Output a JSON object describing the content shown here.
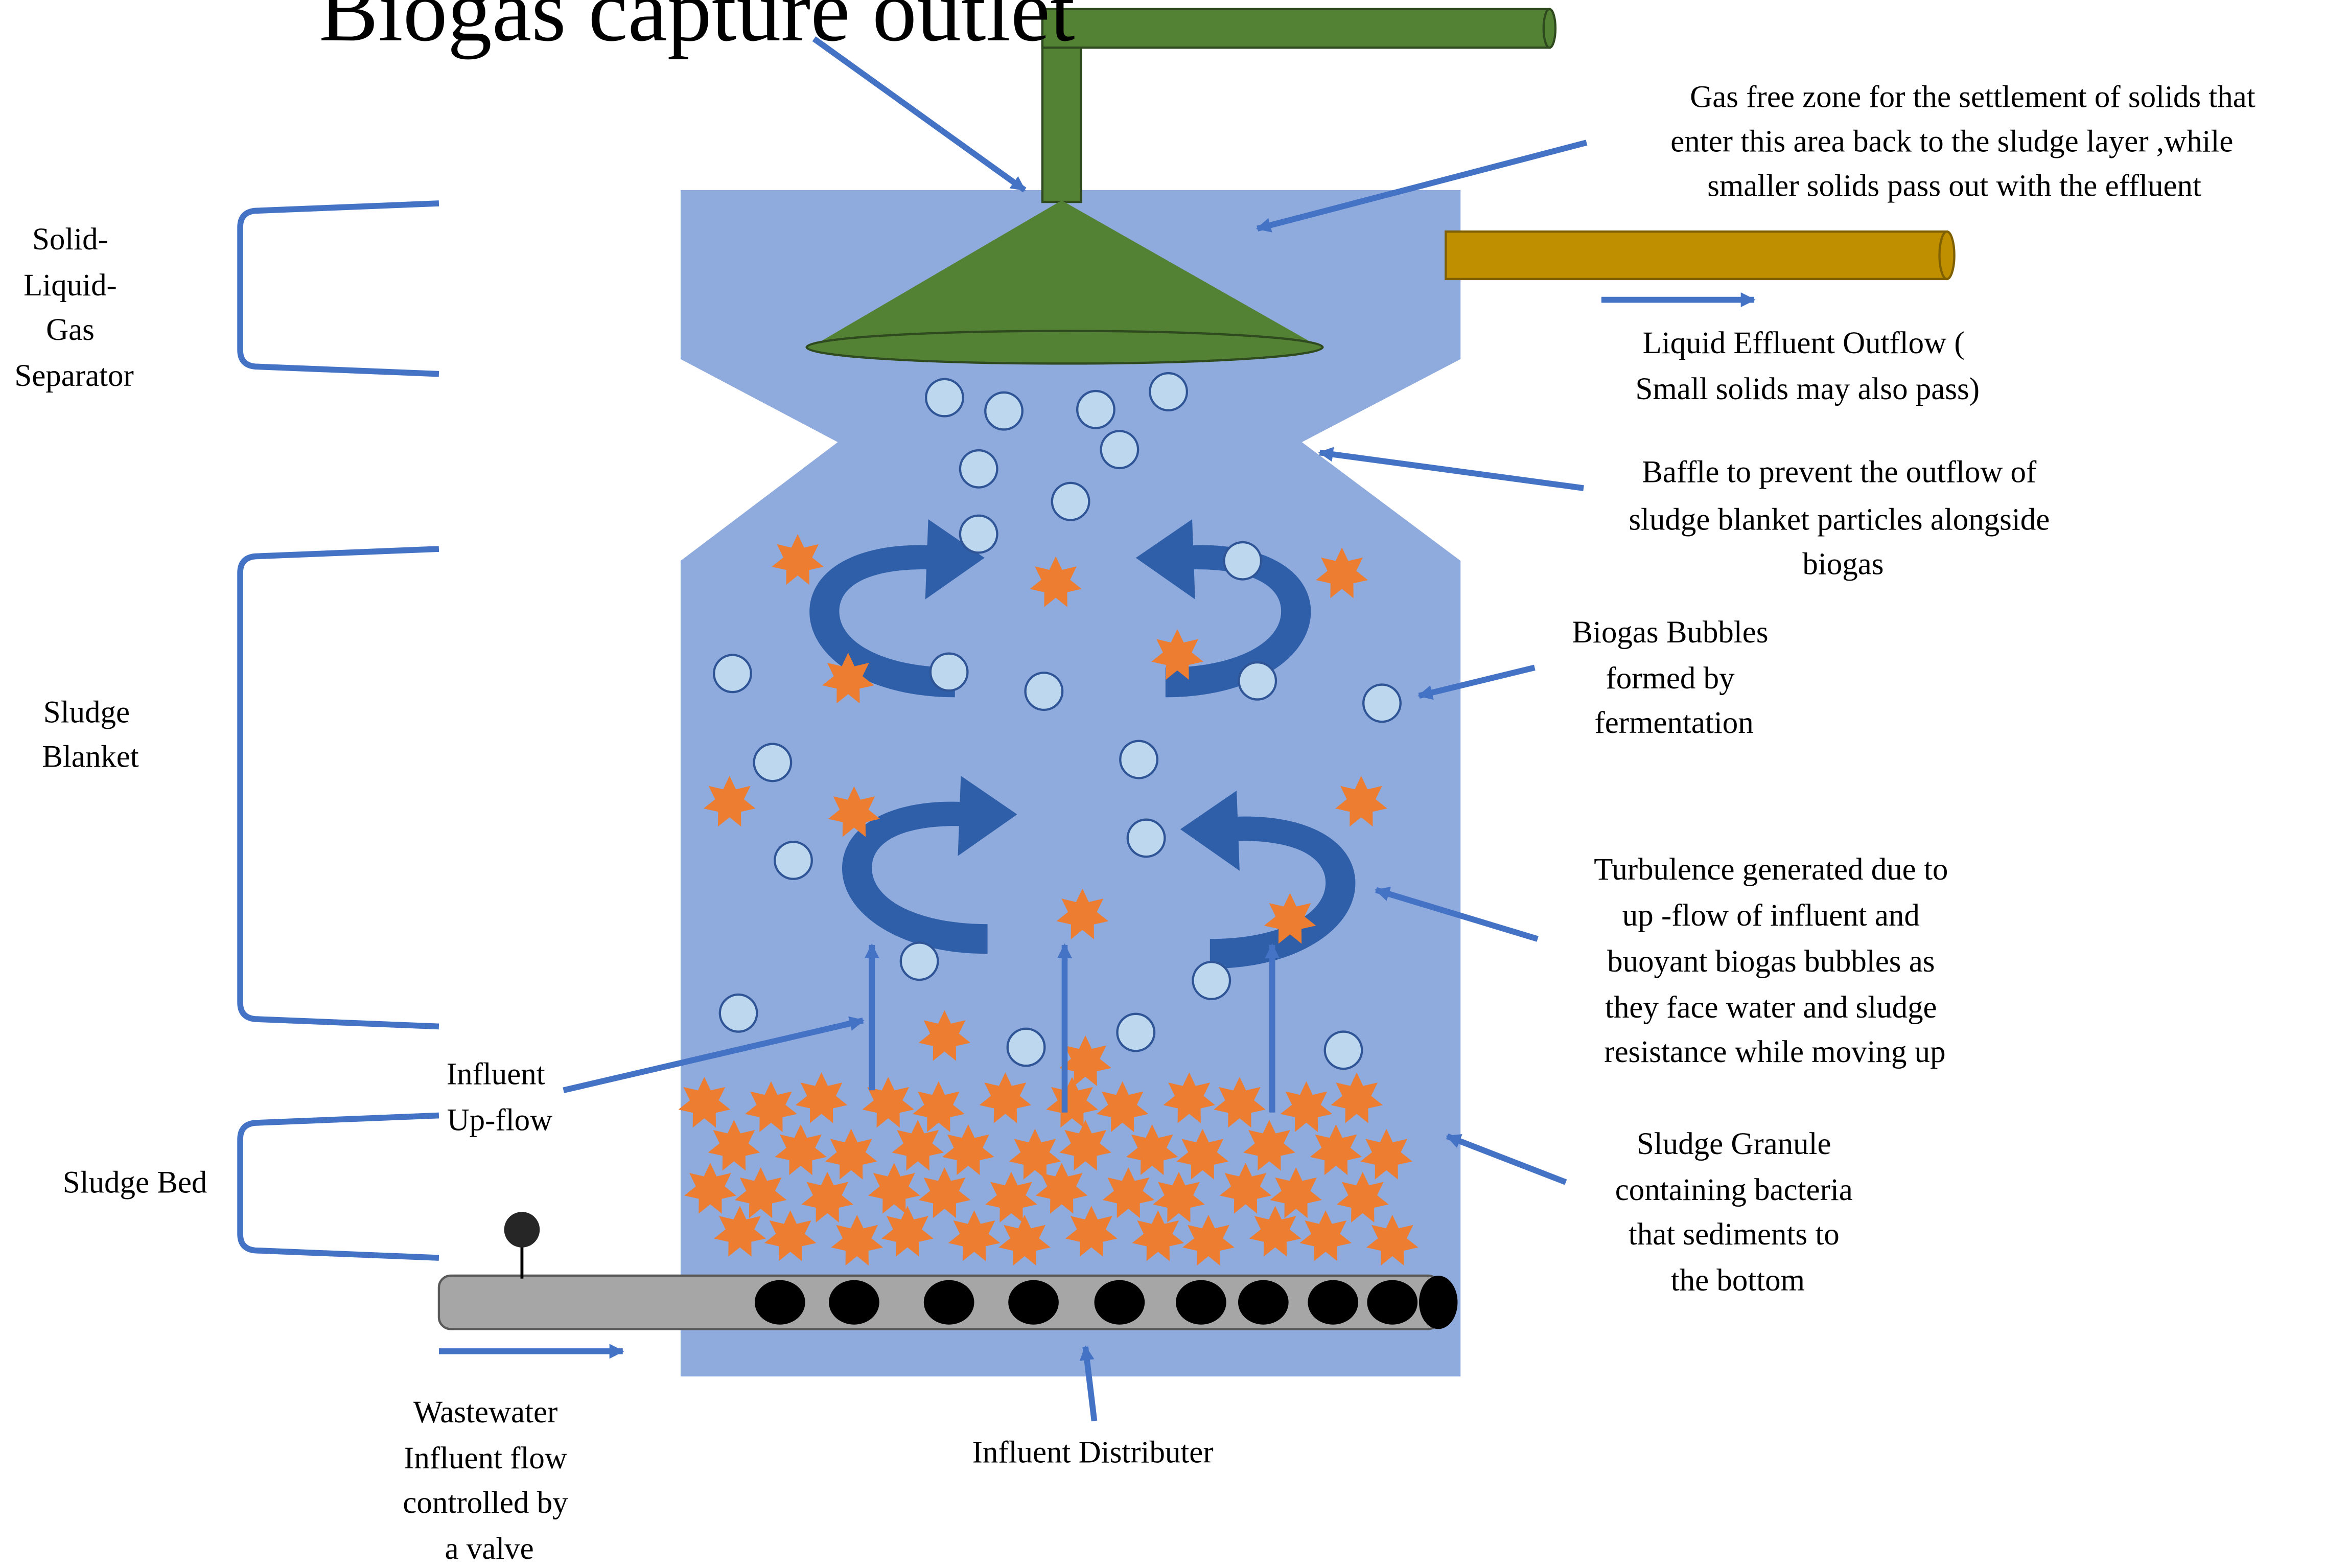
{
  "colors": {
    "reactor": "#8faadc",
    "pipe_gas": "#548235",
    "pipe_gas_dark": "#2e4a1e",
    "pipe_effluent": "#bf8f00",
    "pipe_effluent_dark": "#7f6000",
    "distributor": "#a6a6a6",
    "granule": "#ed7d31",
    "bubble": "#bdd7ee",
    "bubble_edge": "#2f5597",
    "swirl_arrow": "#2f5fa8",
    "pointer": "#4472c4",
    "hole": "#000000"
  },
  "labels": {
    "biogas_outlet": "Biogas capture outlet",
    "gas_free_zone": [
      "Gas free zone for the settlement of solids that",
      "enter this area back to the sludge layer ,while",
      "smaller solids  pass out with the effluent"
    ],
    "separator": [
      "Solid-",
      "Liquid-",
      "Gas",
      "Separator"
    ],
    "liquid_effluent": [
      "Liquid  Effluent Outflow (",
      "Small solids may also pass)"
    ],
    "baffle": [
      "Baffle to prevent the outflow of",
      "sludge blanket particles  alongside",
      "biogas"
    ],
    "sludge_blanket": [
      "Sludge",
      "Blanket"
    ],
    "biogas_bubbles": [
      "Biogas Bubbles",
      "formed by",
      "fermentation"
    ],
    "turbulence": [
      "Turbulence generated due to",
      "up -flow of influent and",
      "buoyant biogas bubbles as",
      "they face water and sludge",
      "resistance while moving  up"
    ],
    "influent_upflow": [
      "Influent",
      "Up-flow"
    ],
    "sludge_bed": "Sludge Bed",
    "sludge_granule": [
      "Sludge Granule",
      "containing  bacteria",
      "that sediments to",
      "the bottom"
    ],
    "wastewater": [
      "Wastewater",
      "Influent flow",
      "controlled by",
      "a valve"
    ],
    "influent_distributer": "Influent Distributer"
  },
  "icons": {
    "bubble": "biogas-bubble-icon",
    "granule": "sludge-granule-star-icon",
    "swirl": "curved-turbulence-arrow-icon",
    "valve": "valve-knob-icon"
  }
}
